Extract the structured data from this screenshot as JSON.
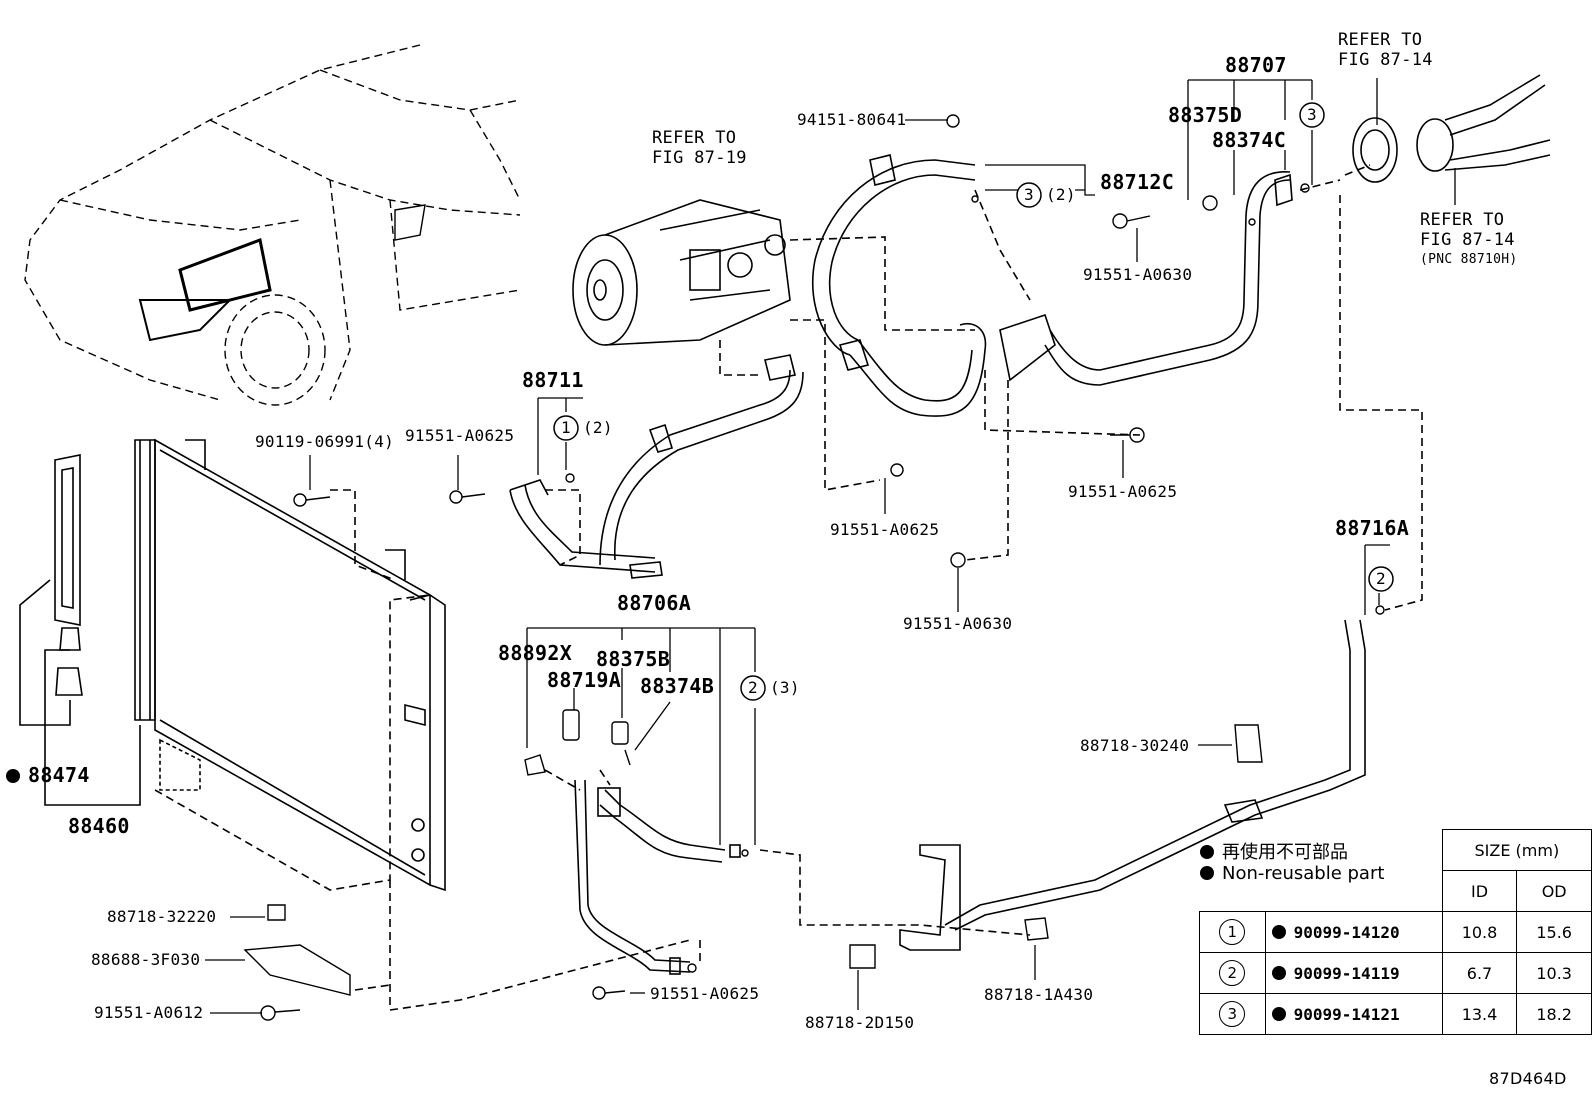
{
  "labels": {
    "refer_fig_87_19": "REFER TO\nFIG 87-19",
    "refer_fig_87_14_top": "REFER TO\nFIG 87-14",
    "refer_fig_87_14_right": "REFER TO\nFIG 87-14",
    "pnc_88710h": "(PNC 88710H)",
    "p88707": "88707",
    "p88375d": "88375D",
    "p88374c": "88374C",
    "p94151": "94151-80641",
    "p88712c": "88712C",
    "p91551_a0630_top": "91551-A0630",
    "p88711": "88711",
    "p90119": "90119-06991(4)",
    "p91551_a0625_a": "91551-A0625",
    "p91551_a0625_b": "91551-A0625",
    "p91551_a0625_c": "91551-A0625",
    "p91551_a0630_mid": "91551-A0630",
    "p88716a": "88716A",
    "p88706a": "88706A",
    "p88892x": "88892X",
    "p88375b": "88375B",
    "p88719a": "88719A",
    "p88374b": "88374B",
    "p88474": "88474",
    "p88460": "88460",
    "p88718_30240": "88718-30240",
    "p88718_32220": "88718-32220",
    "p88688": "88688-3F030",
    "p91551_a0612": "91551-A0612",
    "p91551_a0625_d": "91551-A0625",
    "p88718_2d150": "88718-2D150",
    "p88718_1a430": "88718-1A430",
    "qty2": "(2)",
    "qty2b": "(2)",
    "qty3": "(3)",
    "c1": "1",
    "c2": "2",
    "c2b": "2",
    "c3": "3",
    "c3b": "3",
    "fig_id": "87D464D"
  },
  "legend": {
    "non_reusable_jp": "再使用不可部品",
    "non_reusable_en": "Non-reusable part"
  },
  "size_table": {
    "header_size": "SIZE (mm)",
    "header_id": "ID",
    "header_od": "OD",
    "rows": [
      {
        "num": "1",
        "part": "90099-14120",
        "id": "10.8",
        "od": "15.6"
      },
      {
        "num": "2",
        "part": "90099-14119",
        "id": "6.7",
        "od": "10.3"
      },
      {
        "num": "3",
        "part": "90099-14121",
        "id": "13.4",
        "od": "18.2"
      }
    ]
  }
}
